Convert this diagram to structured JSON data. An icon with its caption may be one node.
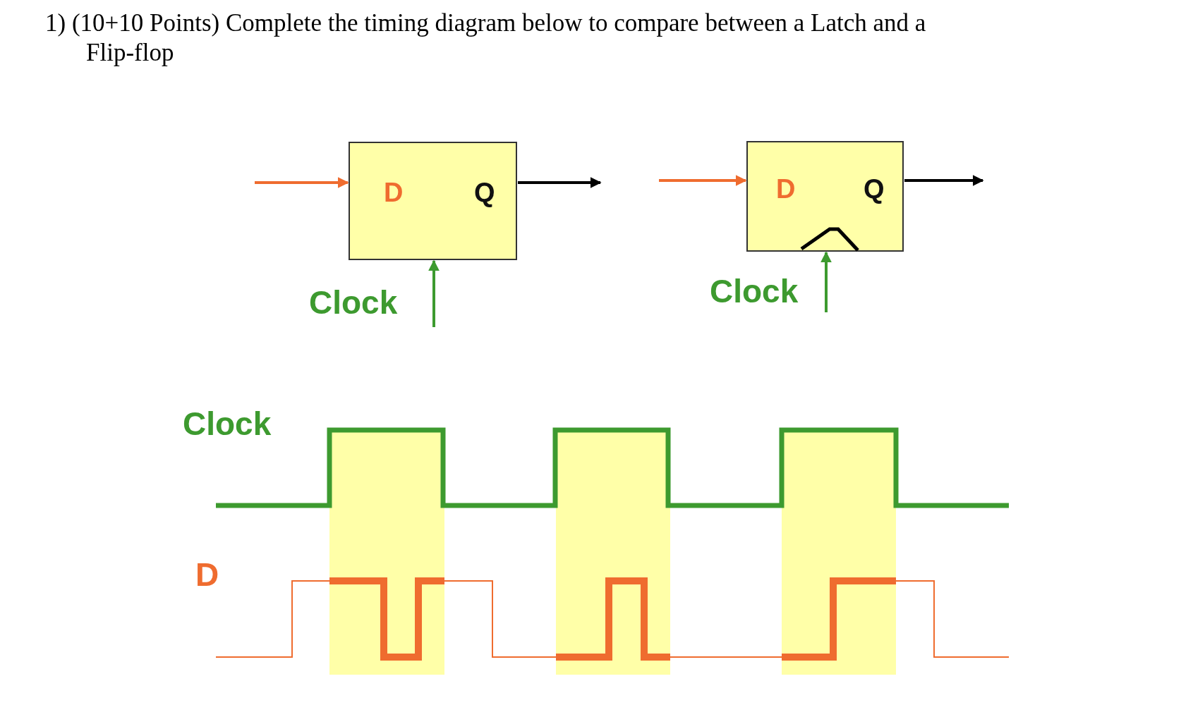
{
  "diagram": {
    "title": "1) (10+10 Points) Complete the timing diagram below to compare between a Latch and a Flip-flop",
    "nodes": [
      {
        "text": [
          "D",
          "Q"
        ]
      },
      {
        "text": [
          "D",
          "Q"
        ]
      }
    ],
    "edges": [
      {
        "from": null,
        "to": 0,
        "arrow": "to",
        "color": "#ef6c2f"
      },
      {
        "from": 0,
        "to": null,
        "arrow": "to",
        "color": "#000000"
      },
      {
        "from": null,
        "to": 0,
        "arrow": "to",
        "color": "#3d9a2f"
      },
      {
        "from": null,
        "to": 1,
        "arrow": "to",
        "color": "#ef6c2f"
      },
      {
        "from": 1,
        "to": null,
        "arrow": "to",
        "color": "#000000"
      },
      {
        "from": null,
        "to": 1,
        "arrow": "to",
        "color": "#3d9a2f"
      }
    ],
    "labels": [
      "Clock",
      "Clock",
      "Clock",
      "D"
    ]
  }
}
